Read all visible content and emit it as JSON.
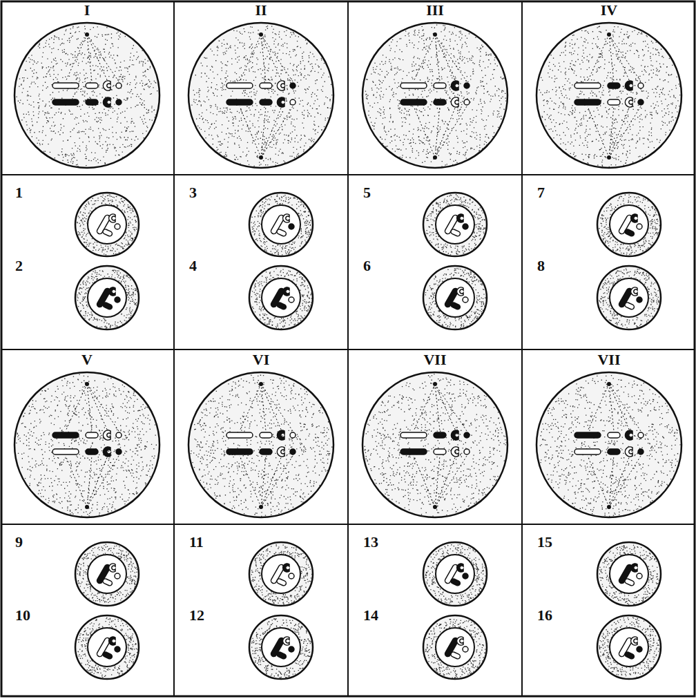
{
  "diagram": {
    "labels": [
      "I",
      "II",
      "III",
      "IV",
      "1",
      "3",
      "5",
      "7",
      "2",
      "4",
      "6",
      "8",
      "V",
      "VI",
      "VII",
      "VII",
      "9",
      "11",
      "13",
      "15",
      "10",
      "12",
      "14",
      "16"
    ]
  }
}
